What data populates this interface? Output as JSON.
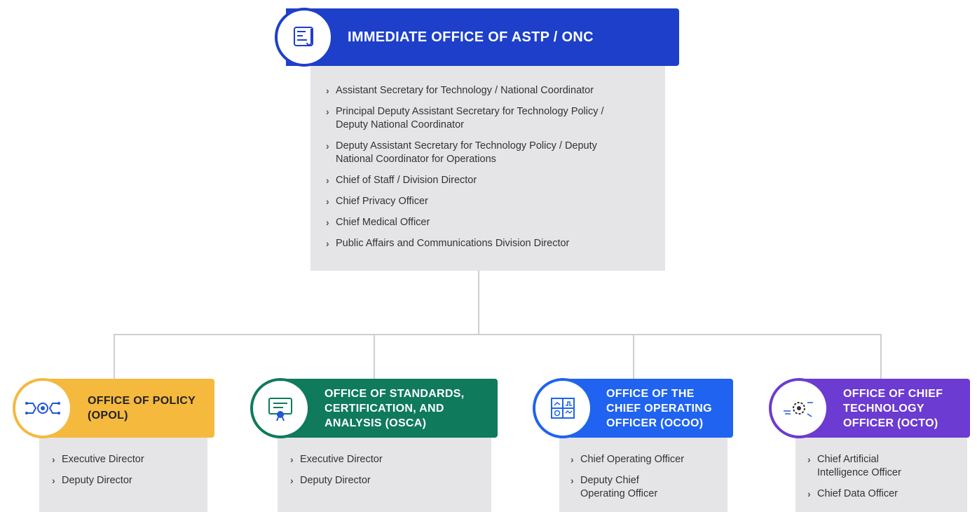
{
  "top": {
    "title": "IMMEDIATE OFFICE OF ASTP / ONC",
    "color": "#1d3fc9",
    "items": [
      "Assistant Secretary for Technology / National Coordinator",
      "Principal Deputy Assistant Secretary for Technology Policy / Deputy National Coordinator",
      "Deputy Assistant Secretary for Technology Policy / Deputy National Coordinator for Operations",
      "Chief of Staff / Division Director",
      "Chief Privacy Officer",
      "Chief Medical Officer",
      "Public Affairs and Communications Division Director"
    ]
  },
  "offices": [
    {
      "title": "OFFICE OF POLICY (OPOL)",
      "color": "#f5b93e",
      "icon": "policy-network-icon",
      "items": [
        "Executive Director",
        "Deputy Director"
      ]
    },
    {
      "title": "OFFICE OF STANDARDS, CERTIFICATION, AND ANALYSIS (OSCA)",
      "color": "#0f7a5c",
      "icon": "certificate-icon",
      "items": [
        "Executive Director",
        "Deputy Director"
      ]
    },
    {
      "title": "OFFICE OF THE CHIEF OPERATING OFFICER (OCOO)",
      "color": "#1f63f0",
      "icon": "dashboard-icon",
      "items": [
        "Chief Operating Officer",
        "Deputy Chief Operating Officer"
      ]
    },
    {
      "title": "OFFICE OF CHIEF TECHNOLOGY OFFICER (OCTO)",
      "color": "#6c3bd1",
      "icon": "gear-tech-icon",
      "items": [
        "Chief Artificial Intelligence Officer",
        "Chief Data Officer"
      ]
    }
  ]
}
